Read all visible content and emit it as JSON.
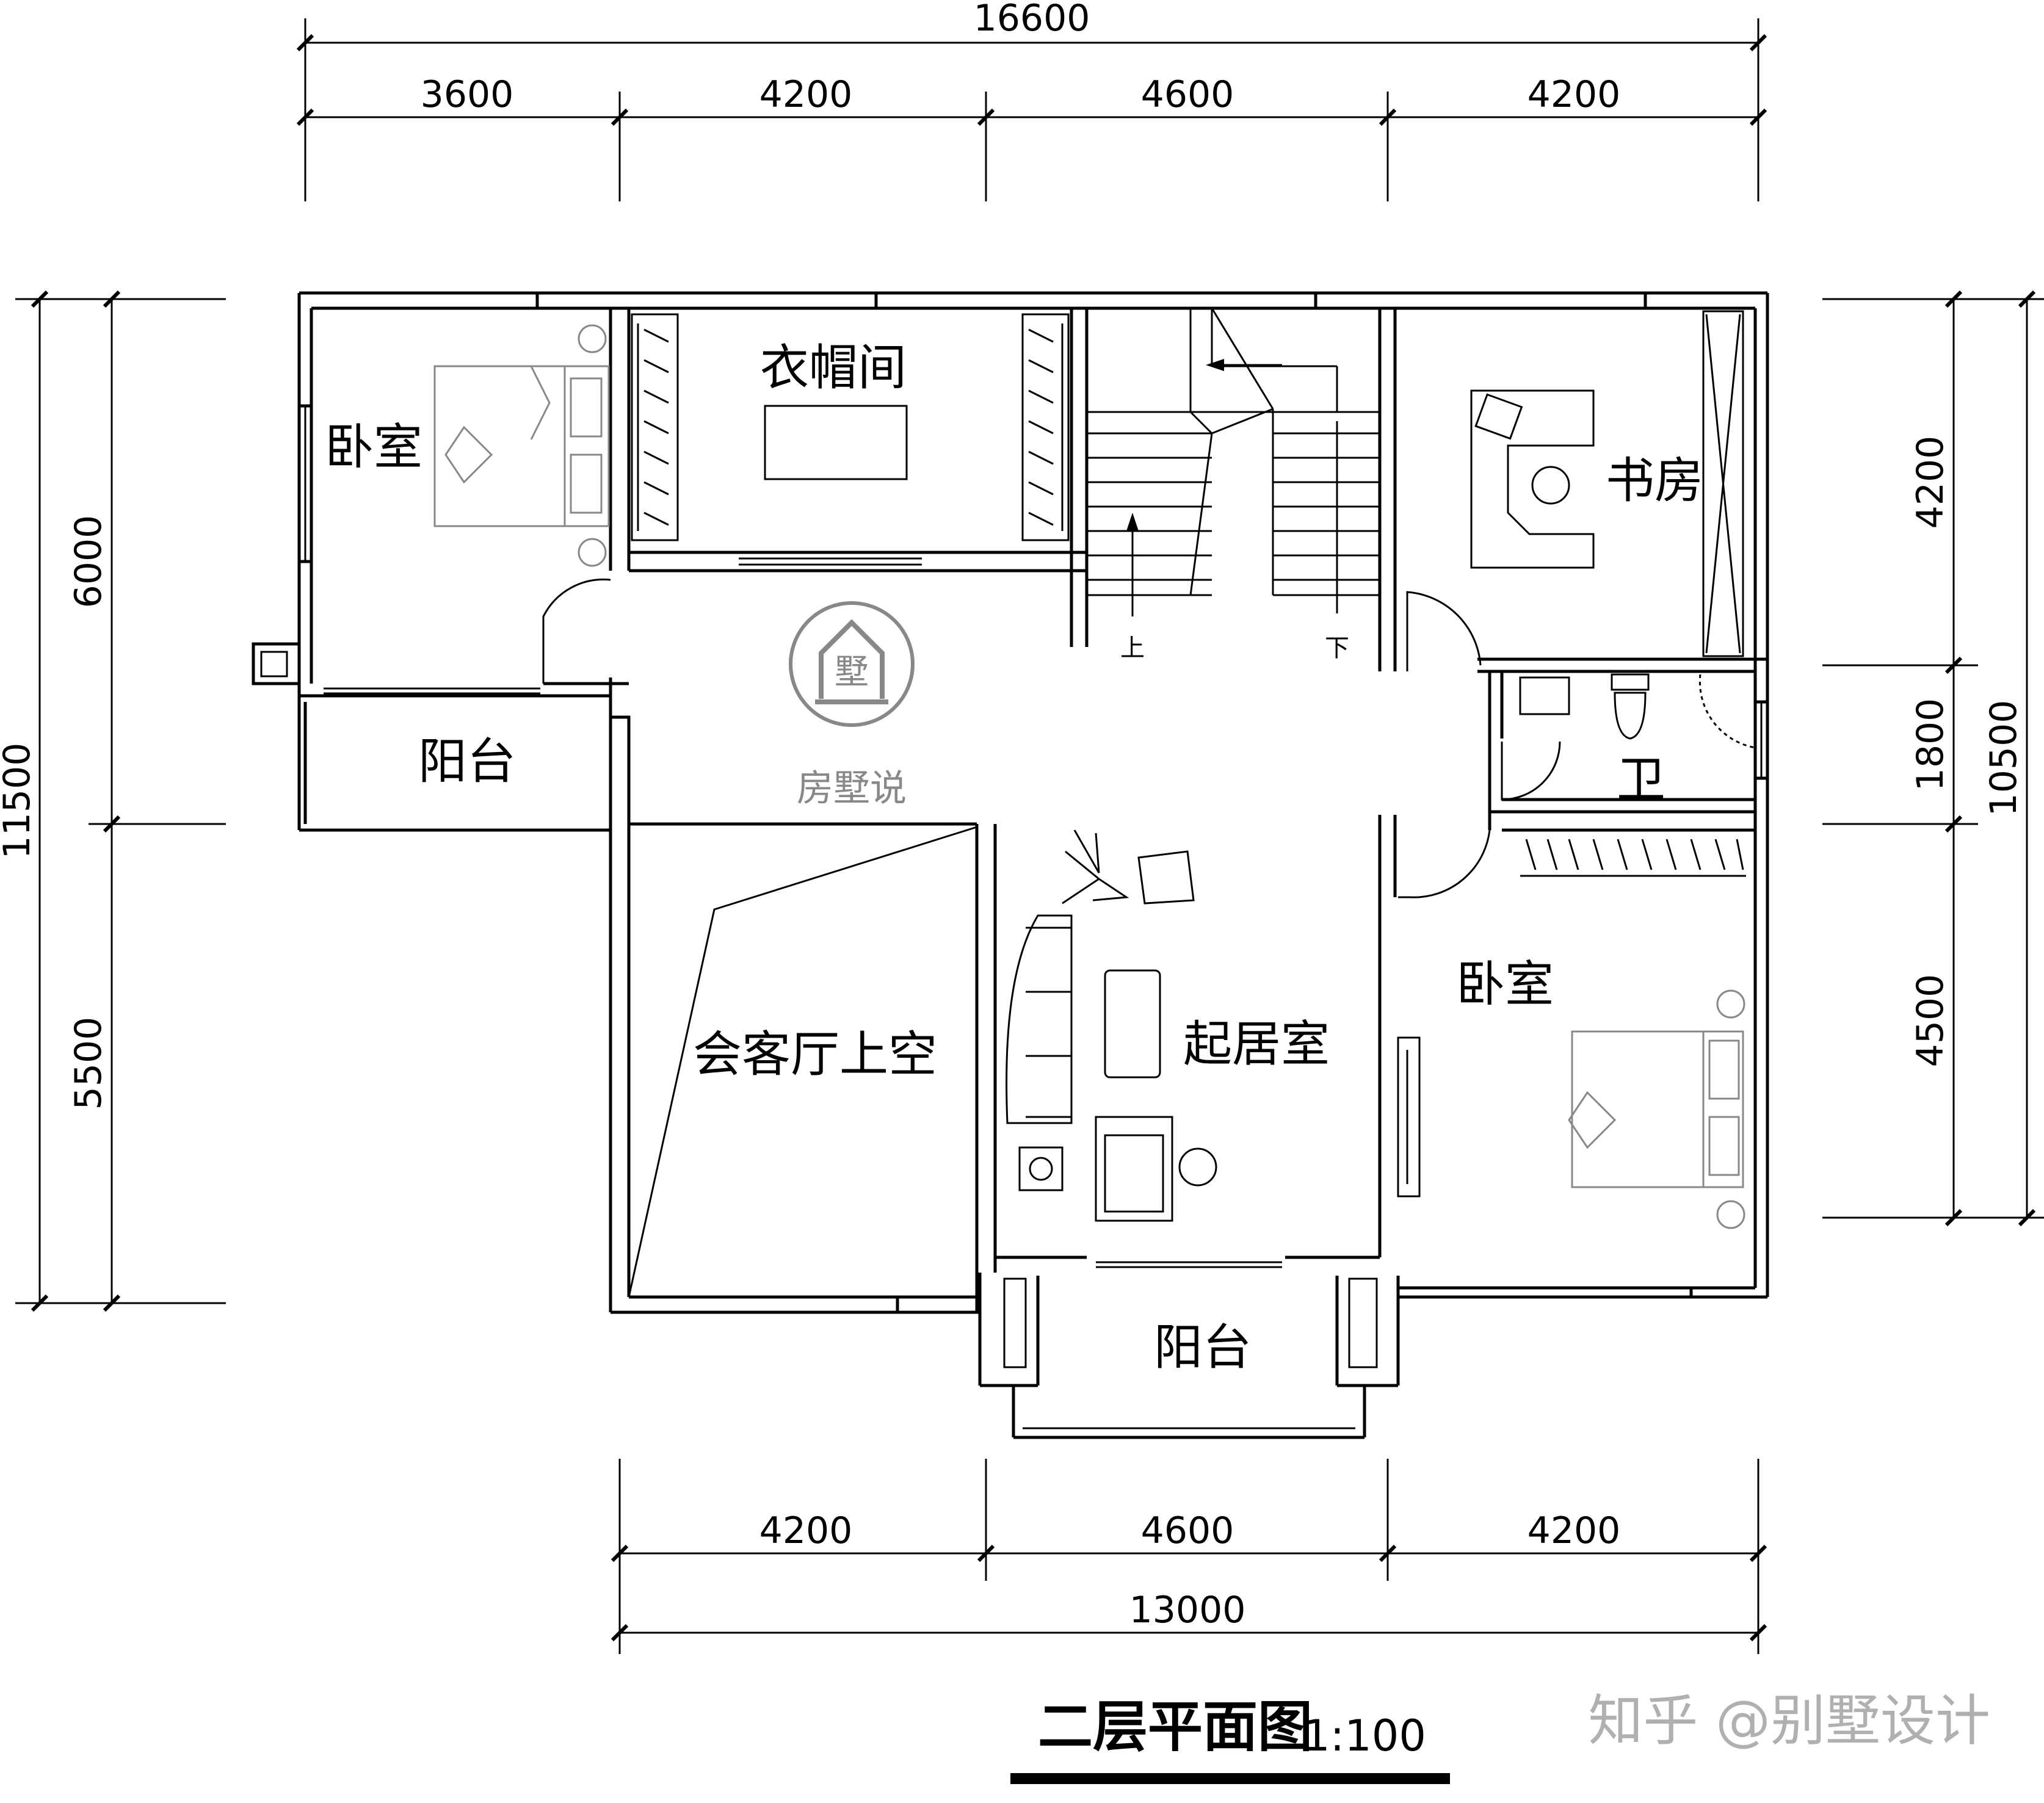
{
  "dimensions": {
    "top_total": "16600",
    "top_segments": [
      "3600",
      "4200",
      "4600",
      "4200"
    ],
    "bottom_segments": [
      "4200",
      "4600",
      "4200"
    ],
    "bottom_total": "13000",
    "left_total": "11500",
    "left_segments": [
      "6000",
      "5500"
    ],
    "right_segments": [
      "4200",
      "1800",
      "4500"
    ],
    "right_total": "10500"
  },
  "rooms": {
    "bedroom_nw": "卧室",
    "wardrobe": "衣帽间",
    "study": "书房",
    "balcony_w": "阳台",
    "bathroom": "卫",
    "bedroom_se": "卧室",
    "void": "会客厅上空",
    "living": "起居室",
    "balcony_s": "阳台"
  },
  "stairs": {
    "up": "上",
    "down": "下"
  },
  "logo": {
    "glyph": "墅",
    "text": "房墅说"
  },
  "title": {
    "name": "二层平面图",
    "scale": "1:100"
  },
  "watermark": "知乎 @别墅设计"
}
